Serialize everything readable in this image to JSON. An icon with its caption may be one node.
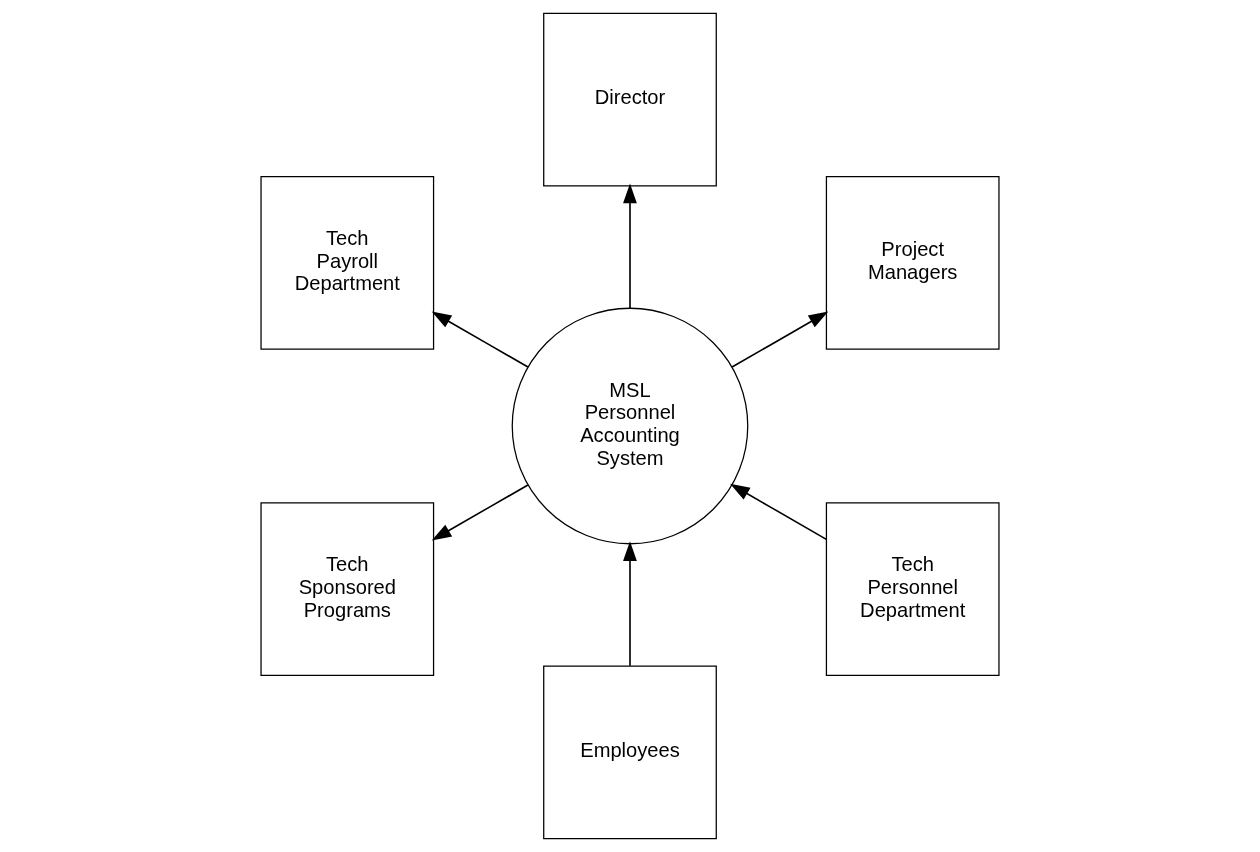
{
  "diagram": {
    "nodes": [
      {
        "text": [
          "Project Managers"
        ]
      },
      {
        "text": [
          "Director"
        ]
      },
      {
        "text": [
          "Employees"
        ]
      },
      {
        "text": [
          "MSL Personnel Accounting System"
        ]
      },
      {
        "text": [
          "Tech Payroll Department"
        ]
      },
      {
        "text": [
          "Tech Personnel Department"
        ]
      },
      {
        "text": [
          "Tech Sponsored Programs"
        ]
      }
    ],
    "edges": [
      {
        "from": 2,
        "to": 3,
        "arrow": "to"
      },
      {
        "from": 3,
        "to": 0,
        "arrow": "to"
      },
      {
        "from": 3,
        "to": 1,
        "arrow": "to"
      },
      {
        "from": 3,
        "to": 4,
        "arrow": "to"
      },
      {
        "from": 5,
        "to": 3,
        "arrow": "to"
      },
      {
        "from": 3,
        "to": 6,
        "arrow": "to"
      }
    ]
  }
}
